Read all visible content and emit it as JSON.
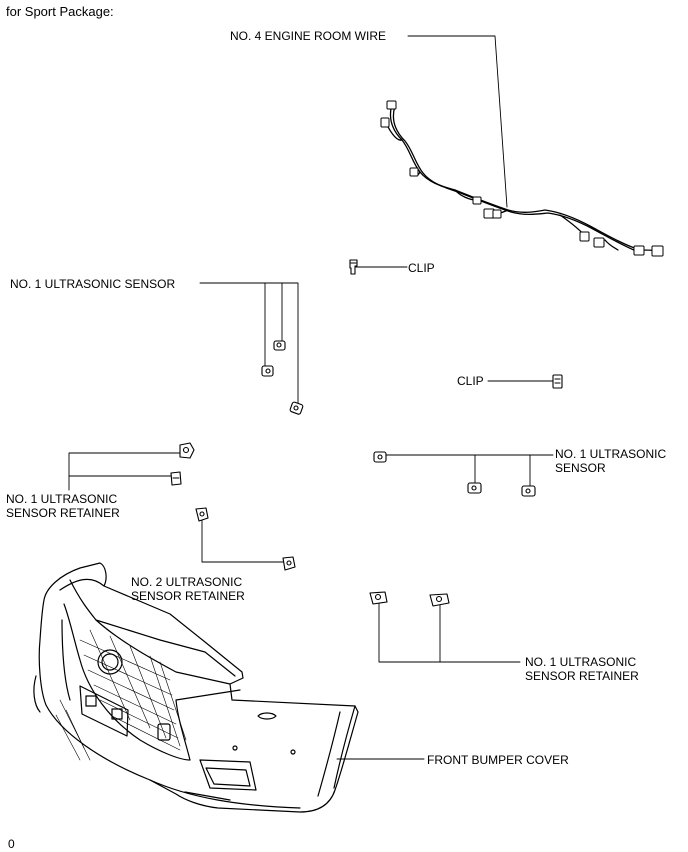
{
  "header": "for Sport Package:",
  "footer": "0",
  "labels": {
    "engine_room_wire": "NO. 4 ENGINE ROOM WIRE",
    "clip_top": "CLIP",
    "clip_right": "CLIP",
    "sensor_upper_left": "NO. 1 ULTRASONIC SENSOR",
    "sensor_right_line1": "NO. 1 ULTRASONIC",
    "sensor_right_line2": "SENSOR",
    "retainer_left_line1": "NO. 1 ULTRASONIC",
    "retainer_left_line2": "SENSOR RETAINER",
    "retainer2_line1": "NO. 2 ULTRASONIC",
    "retainer2_line2": "SENSOR RETAINER",
    "retainer_right_line1": "NO. 1 ULTRASONIC",
    "retainer_right_line2": "SENSOR RETAINER",
    "bumper_cover": "FRONT BUMPER COVER"
  }
}
